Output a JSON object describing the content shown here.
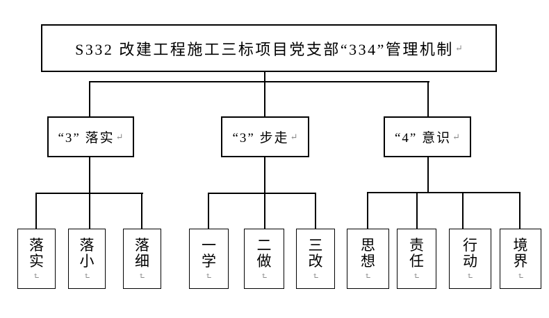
{
  "title": "S332 改建工程施工三标项目党支部“334”管理机制",
  "paragraph_mark": "↵",
  "colors": {
    "line": "#000000",
    "box_border": "#000000",
    "paragraph_mark": "#8a8a8a",
    "background": "#ffffff"
  },
  "branches": [
    {
      "label": "“3” 落实",
      "children": [
        "落实",
        "落小",
        "落细"
      ]
    },
    {
      "label": "“3” 步走",
      "children": [
        "一学",
        "二做",
        "三改"
      ]
    },
    {
      "label": "“4” 意识",
      "children": [
        "思想",
        "责任",
        "行动",
        "境界"
      ]
    }
  ]
}
